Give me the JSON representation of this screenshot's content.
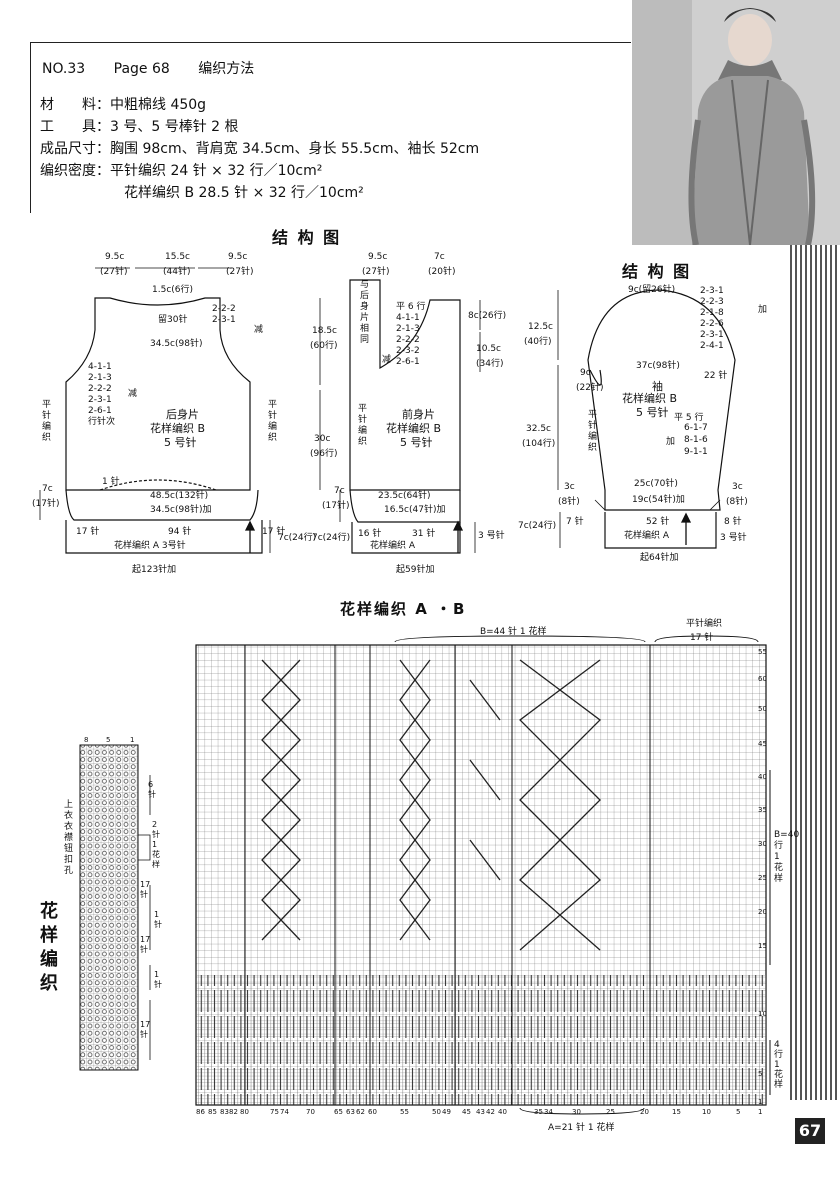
{
  "header": {
    "no": "NO.33",
    "page": "Page 68",
    "method": "编织方法"
  },
  "specs": [
    {
      "label": "材　　料：",
      "value": "中粗棉线 450g"
    },
    {
      "label": "工　　具：",
      "value": "3 号、5 号棒针 2 根"
    },
    {
      "label": "成品尺寸：",
      "value": "胸围 98cm、背肩宽 34.5cm、身长 55.5cm、袖长 52cm"
    },
    {
      "label": "编织密度：",
      "value": "平针编织  24 针 × 32 行／10cm²"
    },
    {
      "label": "",
      "value": "花样编织 B  28.5 针 × 32 行／10cm²"
    }
  ],
  "structure_title_left": "结 构 图",
  "structure_title_right": "结 构 图",
  "back": {
    "w1": "9.5c",
    "w1s": "(27针)",
    "w2": "15.5c",
    "w2s": "(44针)",
    "w3": "9.5c",
    "w3s": "(27针)",
    "neck": "1.5c(6行)",
    "keep": "留30针",
    "dec_top": "2-2-2\n2-3-1",
    "dec_word": "减",
    "shoulder": "34.5c(98针)",
    "arm_dec": "4-1-1\n2-1-3\n2-2-2\n2-3-1\n2-6-1\n行针次",
    "arm_word": "减",
    "side_l": "平针编织",
    "side_r": "平针编织",
    "name": "后身片",
    "pattern": "花样编织 B",
    "needle": "5 号针",
    "one": "1 针",
    "bottom1": "48.5c(132针)",
    "bottom2": "34.5c(98针)加",
    "rib_h": "7c",
    "rib_hs": "(17针)",
    "n17l": "17 针",
    "n94": "94 针",
    "n17r": "17 针",
    "ribname": "花样编织 A  3号针",
    "start": "起123针加",
    "h7": "7c(24行)"
  },
  "front": {
    "w1": "9.5c",
    "w1s": "(27针)",
    "w2": "7c",
    "w2s": "(20针)",
    "same": "与后身片相同",
    "dec": "平 6 行\n4-1-1\n2-1-3\n2-2-2\n2-3-2\n2-6-1",
    "dec_word": "减",
    "h8": "8c(26行)",
    "h105": "10.5c",
    "h105s": "(34行)",
    "h185": "18.5c",
    "h185s": "(60行)",
    "h30": "30c",
    "h30s": "(96行)",
    "side": "平针编织",
    "name": "前身片",
    "pattern": "花样编织 B",
    "needle": "5 号针",
    "b1": "23.5c(64针)",
    "b2": "16.5c(47针)加",
    "rib_h": "7c",
    "rib_hs": "(17针)",
    "n16": "16 针",
    "n31": "31 针",
    "ribname": "花样编织 A",
    "needle3": "3 号针",
    "start": "起59针加",
    "h7": "7c(24行)"
  },
  "sleeve": {
    "top": "9c(留26针)",
    "inc": "2-3-1\n2-2-3\n2-1-8\n2-2-6\n2-3-1\n2-4-1",
    "inc_word": "加",
    "h125": "12.5c",
    "h125s": "(40行)",
    "h325": "32.5c",
    "h325s": "(104行)",
    "w37": "37c(98针)",
    "c9": "9c",
    "c9s": "(22针)",
    "n22": "22 针",
    "name": "袖",
    "pattern": "花样编织 B",
    "needle": "5 号针",
    "side": "平针编织",
    "flat": "平 5 行",
    "inc2": "6-1-7\n8-1-6\n9-1-1",
    "inc2_word": "加",
    "w25": "25c(70针)",
    "w19": "19c(54针)加",
    "c3l": "3c",
    "c3ls": "(8针)",
    "c3r": "3c",
    "c3rs": "(8针)",
    "n7": "7 针",
    "n52": "52 针",
    "n8": "8 针",
    "ribname": "花样编织 A",
    "needle3": "3 号针",
    "h7": "7c(24行)",
    "start": "起64针加"
  },
  "chart_title": "花样编织 A ・B",
  "chart": {
    "b_repeat": "B=44 针 1 花样",
    "flat": "平针编织",
    "n17": "17 针",
    "a_repeat": "A=21 针 1 花样",
    "b_rows": "B=40行1花样",
    "a_rows": "4行1花样",
    "row_ticks": [
      "55",
      "60",
      "50",
      "45",
      "40",
      "35",
      "30",
      "25",
      "20",
      "15",
      "10",
      "5",
      "1"
    ],
    "col_ticks": [
      "86",
      "85",
      "83",
      "82",
      "80",
      "75",
      "74",
      "70",
      "65",
      "63",
      "62",
      "60",
      "55",
      "50",
      "49",
      "45",
      "43",
      "42",
      "40",
      "35",
      "34",
      "30",
      "25",
      "20",
      "15",
      "10",
      "5",
      "1"
    ]
  },
  "small_chart": {
    "title": "花样编织",
    "note": "上衣衣襟钮扣孔",
    "n6": "6 针",
    "repeat": "2 针 1 花样",
    "n17a": "17 针",
    "n1a": "1 针",
    "n17b": "17 针",
    "n1b": "1 针",
    "n17c": "17 针",
    "cols": [
      "8",
      "5",
      "1"
    ]
  },
  "page_number": "67"
}
